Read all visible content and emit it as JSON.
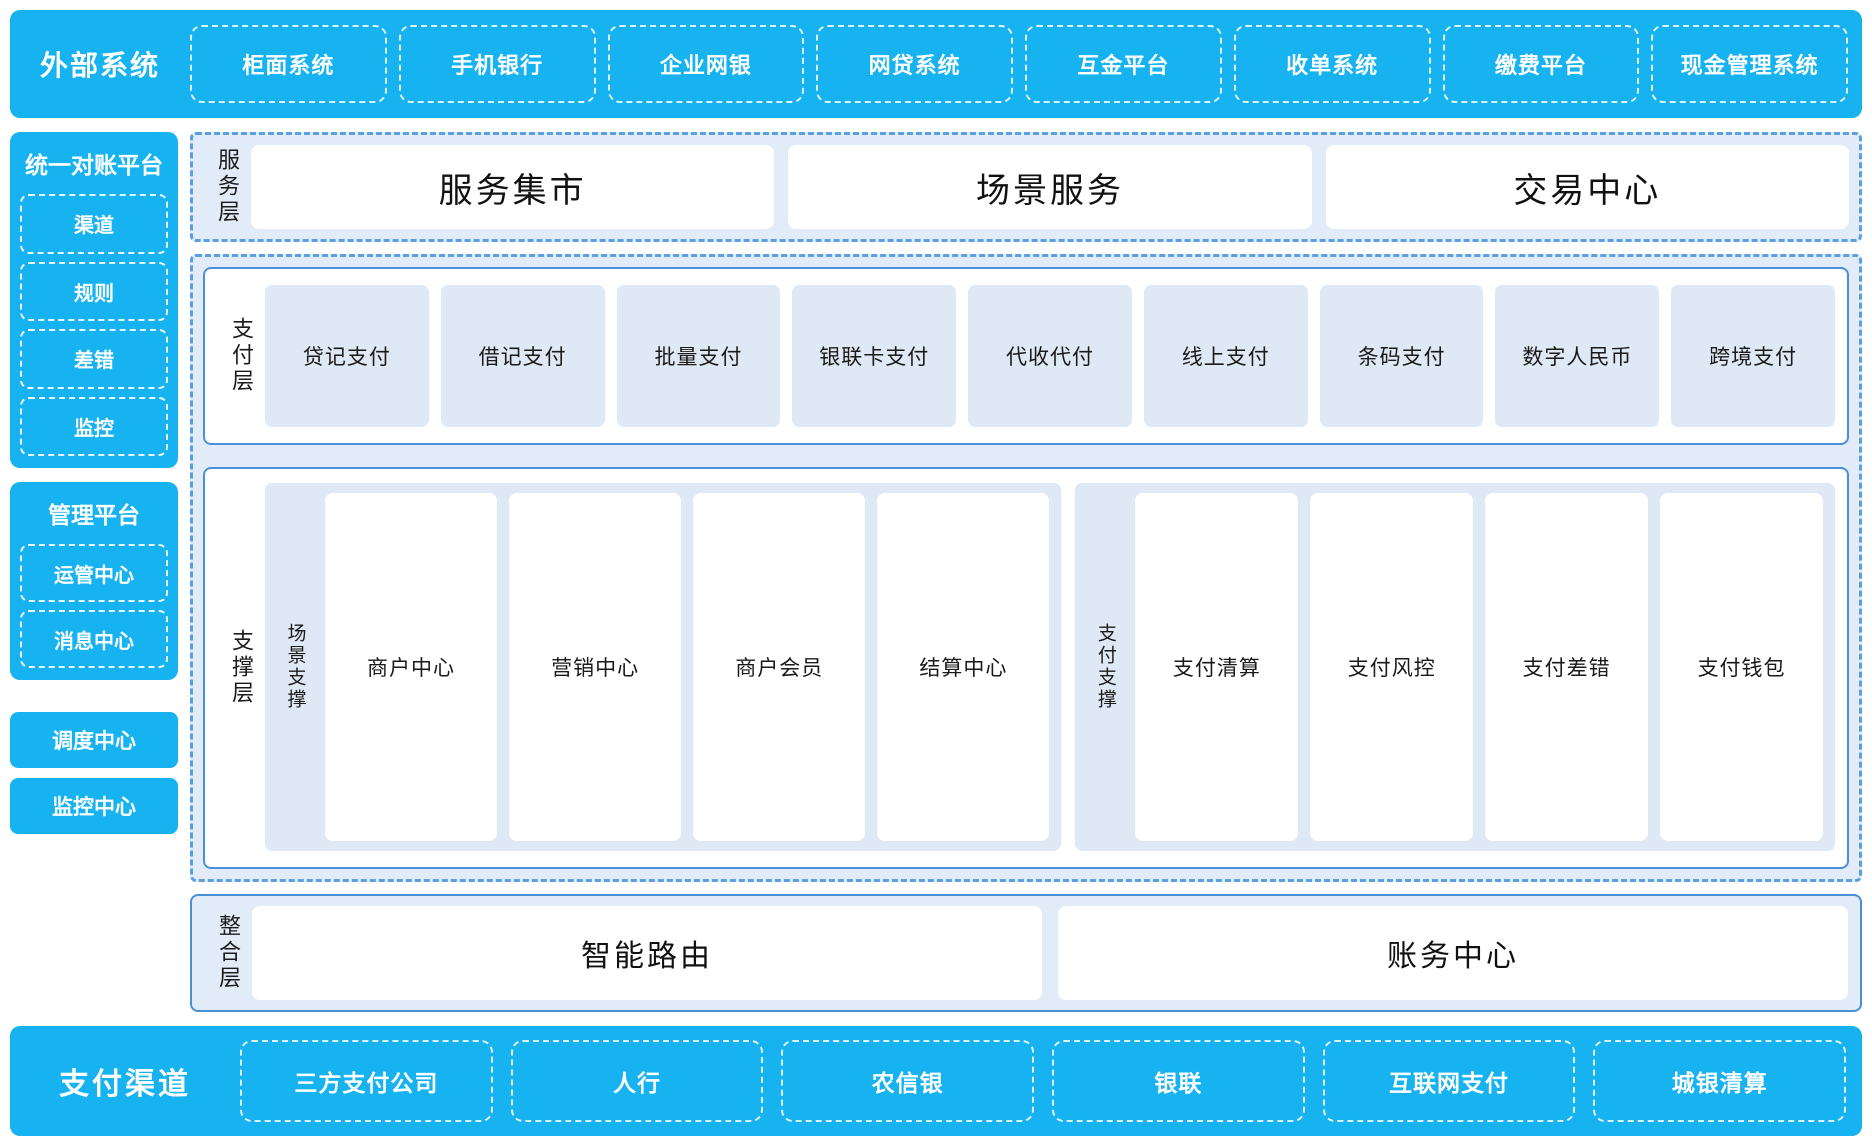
{
  "colors": {
    "brand_blue": "#17b3f0",
    "panel_fill": "#e2ecf8",
    "card_fill": "#dfe8f5",
    "border_blue": "#4a90d9",
    "dash_blue": "#5a9fe0",
    "white": "#ffffff",
    "text_dark": "#1a1a1a"
  },
  "external_systems": {
    "title": "外部系统",
    "items": [
      {
        "label": "柜面系统"
      },
      {
        "label": "手机银行"
      },
      {
        "label": "企业网银"
      },
      {
        "label": "网贷系统"
      },
      {
        "label": "互金平台"
      },
      {
        "label": "收单系统"
      },
      {
        "label": "缴费平台"
      },
      {
        "label": "现金管理系统"
      }
    ]
  },
  "reconciliation_platform": {
    "title": "统一对账平台",
    "items": [
      {
        "label": "渠道"
      },
      {
        "label": "规则"
      },
      {
        "label": "差错"
      },
      {
        "label": "监控"
      }
    ]
  },
  "management_platform": {
    "title": "管理平台",
    "items": [
      {
        "label": "运管中心"
      },
      {
        "label": "消息中心"
      }
    ]
  },
  "standalone_centers": [
    {
      "label": "调度中心"
    },
    {
      "label": "监控中心"
    }
  ],
  "service_layer": {
    "label": "服务层",
    "cards": [
      {
        "label": "服务集市"
      },
      {
        "label": "场景服务"
      },
      {
        "label": "交易中心"
      }
    ]
  },
  "payment_layer": {
    "label": "支付层",
    "cards": [
      {
        "label": "贷记支付"
      },
      {
        "label": "借记支付"
      },
      {
        "label": "批量支付"
      },
      {
        "label": "银联卡支付"
      },
      {
        "label": "代收代付"
      },
      {
        "label": "线上支付"
      },
      {
        "label": "条码支付"
      },
      {
        "label": "数字人民币"
      },
      {
        "label": "跨境支付"
      }
    ]
  },
  "support_layer": {
    "label": "支撑层",
    "groups": [
      {
        "label": "场景支撑",
        "cards": [
          {
            "label": "商户中心"
          },
          {
            "label": "营销中心"
          },
          {
            "label": "商户会员"
          },
          {
            "label": "结算中心"
          }
        ]
      },
      {
        "label": "支付支撑",
        "cards": [
          {
            "label": "支付清算"
          },
          {
            "label": "支付风控"
          },
          {
            "label": "支付差错"
          },
          {
            "label": "支付钱包"
          }
        ]
      }
    ]
  },
  "integration_layer": {
    "label": "整合层",
    "cards": [
      {
        "label": "智能路由"
      },
      {
        "label": "账务中心"
      }
    ]
  },
  "payment_channels": {
    "title": "支付渠道",
    "items": [
      {
        "label": "三方支付公司"
      },
      {
        "label": "人行"
      },
      {
        "label": "农信银"
      },
      {
        "label": "银联"
      },
      {
        "label": "互联网支付"
      },
      {
        "label": "城银清算"
      }
    ]
  }
}
